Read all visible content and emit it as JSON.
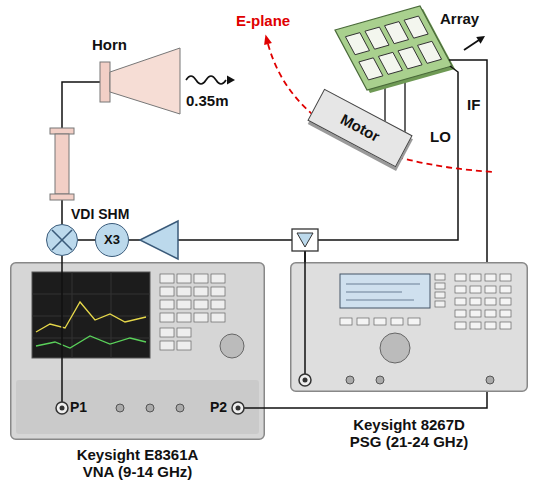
{
  "diagram": {
    "nodes": [
      {
        "text": [
          "Horn"
        ]
      },
      {
        "text": [
          "Array"
        ]
      },
      {
        "text": [
          "Motor"
        ]
      },
      {
        "text": [
          "VDI SHM"
        ]
      },
      {
        "text": [
          "X3"
        ]
      },
      {
        "text": [
          "Keysight E8361A VNA (9-14 GHz)"
        ]
      },
      {
        "text": [
          "Keysight 8267D PSG (21-24 GHz)"
        ]
      }
    ],
    "edges": [
      {
        "from": 0,
        "to": 3,
        "arrow": "none"
      },
      {
        "from": 3,
        "to": 4,
        "arrow": "none"
      },
      {
        "from": 3,
        "to": 5,
        "arrow": "none"
      },
      {
        "from": 6,
        "to": 4,
        "arrow": "none"
      },
      {
        "from": 6,
        "to": 1,
        "arrow": "none"
      },
      {
        "from": 1,
        "to": 5,
        "arrow": "none"
      }
    ],
    "labels": [
      "E-plane",
      "0.35m",
      "IF",
      "LO",
      "P1",
      "P2"
    ]
  }
}
